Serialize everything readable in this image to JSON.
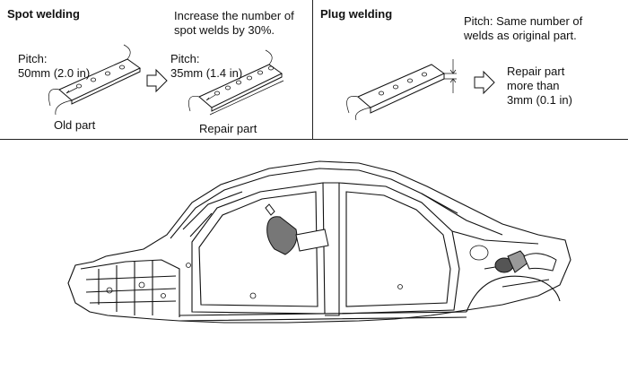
{
  "spot_welding": {
    "title": "Spot welding",
    "increase_note": "Increase the number of\nspot welds by 30%.",
    "old_pitch": "Pitch:\n50mm (2.0 in)",
    "old_label": "Old part",
    "new_pitch": "Pitch:\n35mm (1.4 in)",
    "new_label": "Repair part"
  },
  "plug_welding": {
    "title": "Plug welding",
    "pitch_note": "Pitch:  Same number of\n            welds as original part.",
    "repair_note": "Repair part\nmore than\n3mm (0.1 in)"
  },
  "icons": {
    "arrow": "hollow-right-arrow-icon",
    "welder": "spot-welder-gun-icon",
    "plug_gun": "plug-welding-gun-icon"
  }
}
